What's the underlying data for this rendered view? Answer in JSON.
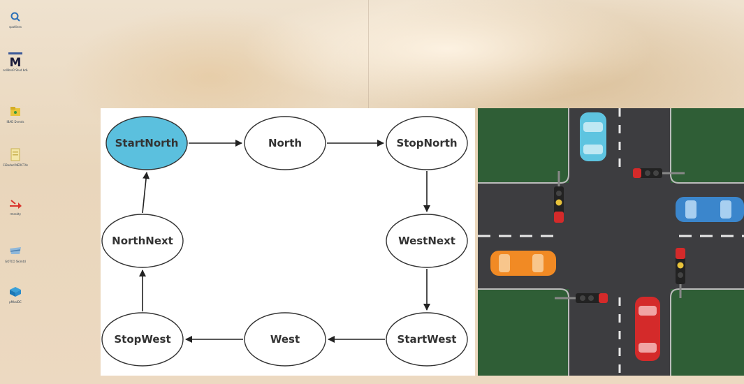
{
  "desktop": {
    "icons": [
      {
        "name": "search-app-icon",
        "caption": "spatlines"
      },
      {
        "name": "m-app-icon",
        "caption": "collibrsR Stud bdL"
      },
      {
        "name": "folder-icon",
        "caption": "IBAD Dvmds"
      },
      {
        "name": "document-icon",
        "caption": "CiBeded NERCT4s"
      },
      {
        "name": "arrow-app-icon",
        "caption": "rmsskty"
      },
      {
        "name": "shortcut-icon",
        "caption": "GOTCO Skimtd"
      },
      {
        "name": "installer-icon",
        "caption": "pMkalDC"
      }
    ]
  },
  "diagram": {
    "nodes": [
      {
        "id": "start_north",
        "label": "StartNorth",
        "active": true
      },
      {
        "id": "north",
        "label": "North",
        "active": false
      },
      {
        "id": "stop_north",
        "label": "StopNorth",
        "active": false
      },
      {
        "id": "west_next",
        "label": "WestNext",
        "active": false
      },
      {
        "id": "start_west",
        "label": "StartWest",
        "active": false
      },
      {
        "id": "west",
        "label": "West",
        "active": false
      },
      {
        "id": "stop_west",
        "label": "StopWest",
        "active": false
      },
      {
        "id": "north_next",
        "label": "NorthNext",
        "active": false
      }
    ],
    "transitions": [
      [
        "start_north",
        "north"
      ],
      [
        "north",
        "stop_north"
      ],
      [
        "stop_north",
        "west_next"
      ],
      [
        "west_next",
        "start_west"
      ],
      [
        "start_west",
        "west"
      ],
      [
        "west",
        "stop_west"
      ],
      [
        "stop_west",
        "north_next"
      ],
      [
        "north_next",
        "start_north"
      ]
    ]
  },
  "colors": {
    "active_node": "#5bc0de",
    "grass": "#2f5e36",
    "road": "#3d3d40",
    "car_blue_light": "#5ec4e0",
    "car_blue": "#3b86cc",
    "car_orange": "#f18a24",
    "car_red": "#d42a2a"
  },
  "traffic_scene": {
    "cars": [
      "light-blue-car",
      "blue-car",
      "orange-car",
      "red-car"
    ],
    "signals": [
      "north-signal",
      "east-signal",
      "south-signal",
      "west-signal"
    ]
  }
}
